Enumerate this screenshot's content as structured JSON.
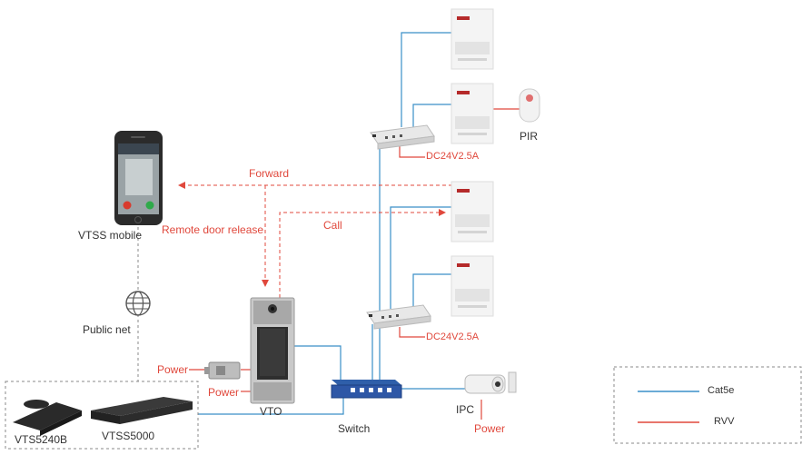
{
  "labels": {
    "vtss_mobile": "VTSS mobile",
    "public_net": "Public net",
    "forward": "Forward",
    "remote_door_release": "Remote  door release",
    "call": "Call",
    "dc_top": "DC24V2.5A",
    "dc_bottom": "DC24V2.5A",
    "pir": "PIR",
    "power_lock": "Power",
    "power_vto": "Power",
    "power_ipc": "Power",
    "vto": "VTO",
    "switch": "Switch",
    "ipc": "IPC",
    "vtss5240b": "VTS5240B",
    "vtss5000": "VTSS5000"
  },
  "legend": {
    "cat5e": "Cat5e",
    "rvv": "RVV"
  },
  "colors": {
    "cat5e": "#3a8fc8",
    "rvv": "#e0483c",
    "text": "#333333",
    "dashed_gray": "#888888"
  },
  "icons": {
    "phone": "smartphone-icon",
    "globe": "globe-icon",
    "vto": "door-station-icon",
    "switch": "network-switch-icon",
    "ipc": "bullet-camera-icon",
    "pir": "pir-sensor-icon",
    "lock": "electric-lock-icon",
    "monitor": "indoor-monitor-icon",
    "poe": "poe-switch-icon",
    "server": "rack-server-icon",
    "desk": "desk-console-icon"
  }
}
